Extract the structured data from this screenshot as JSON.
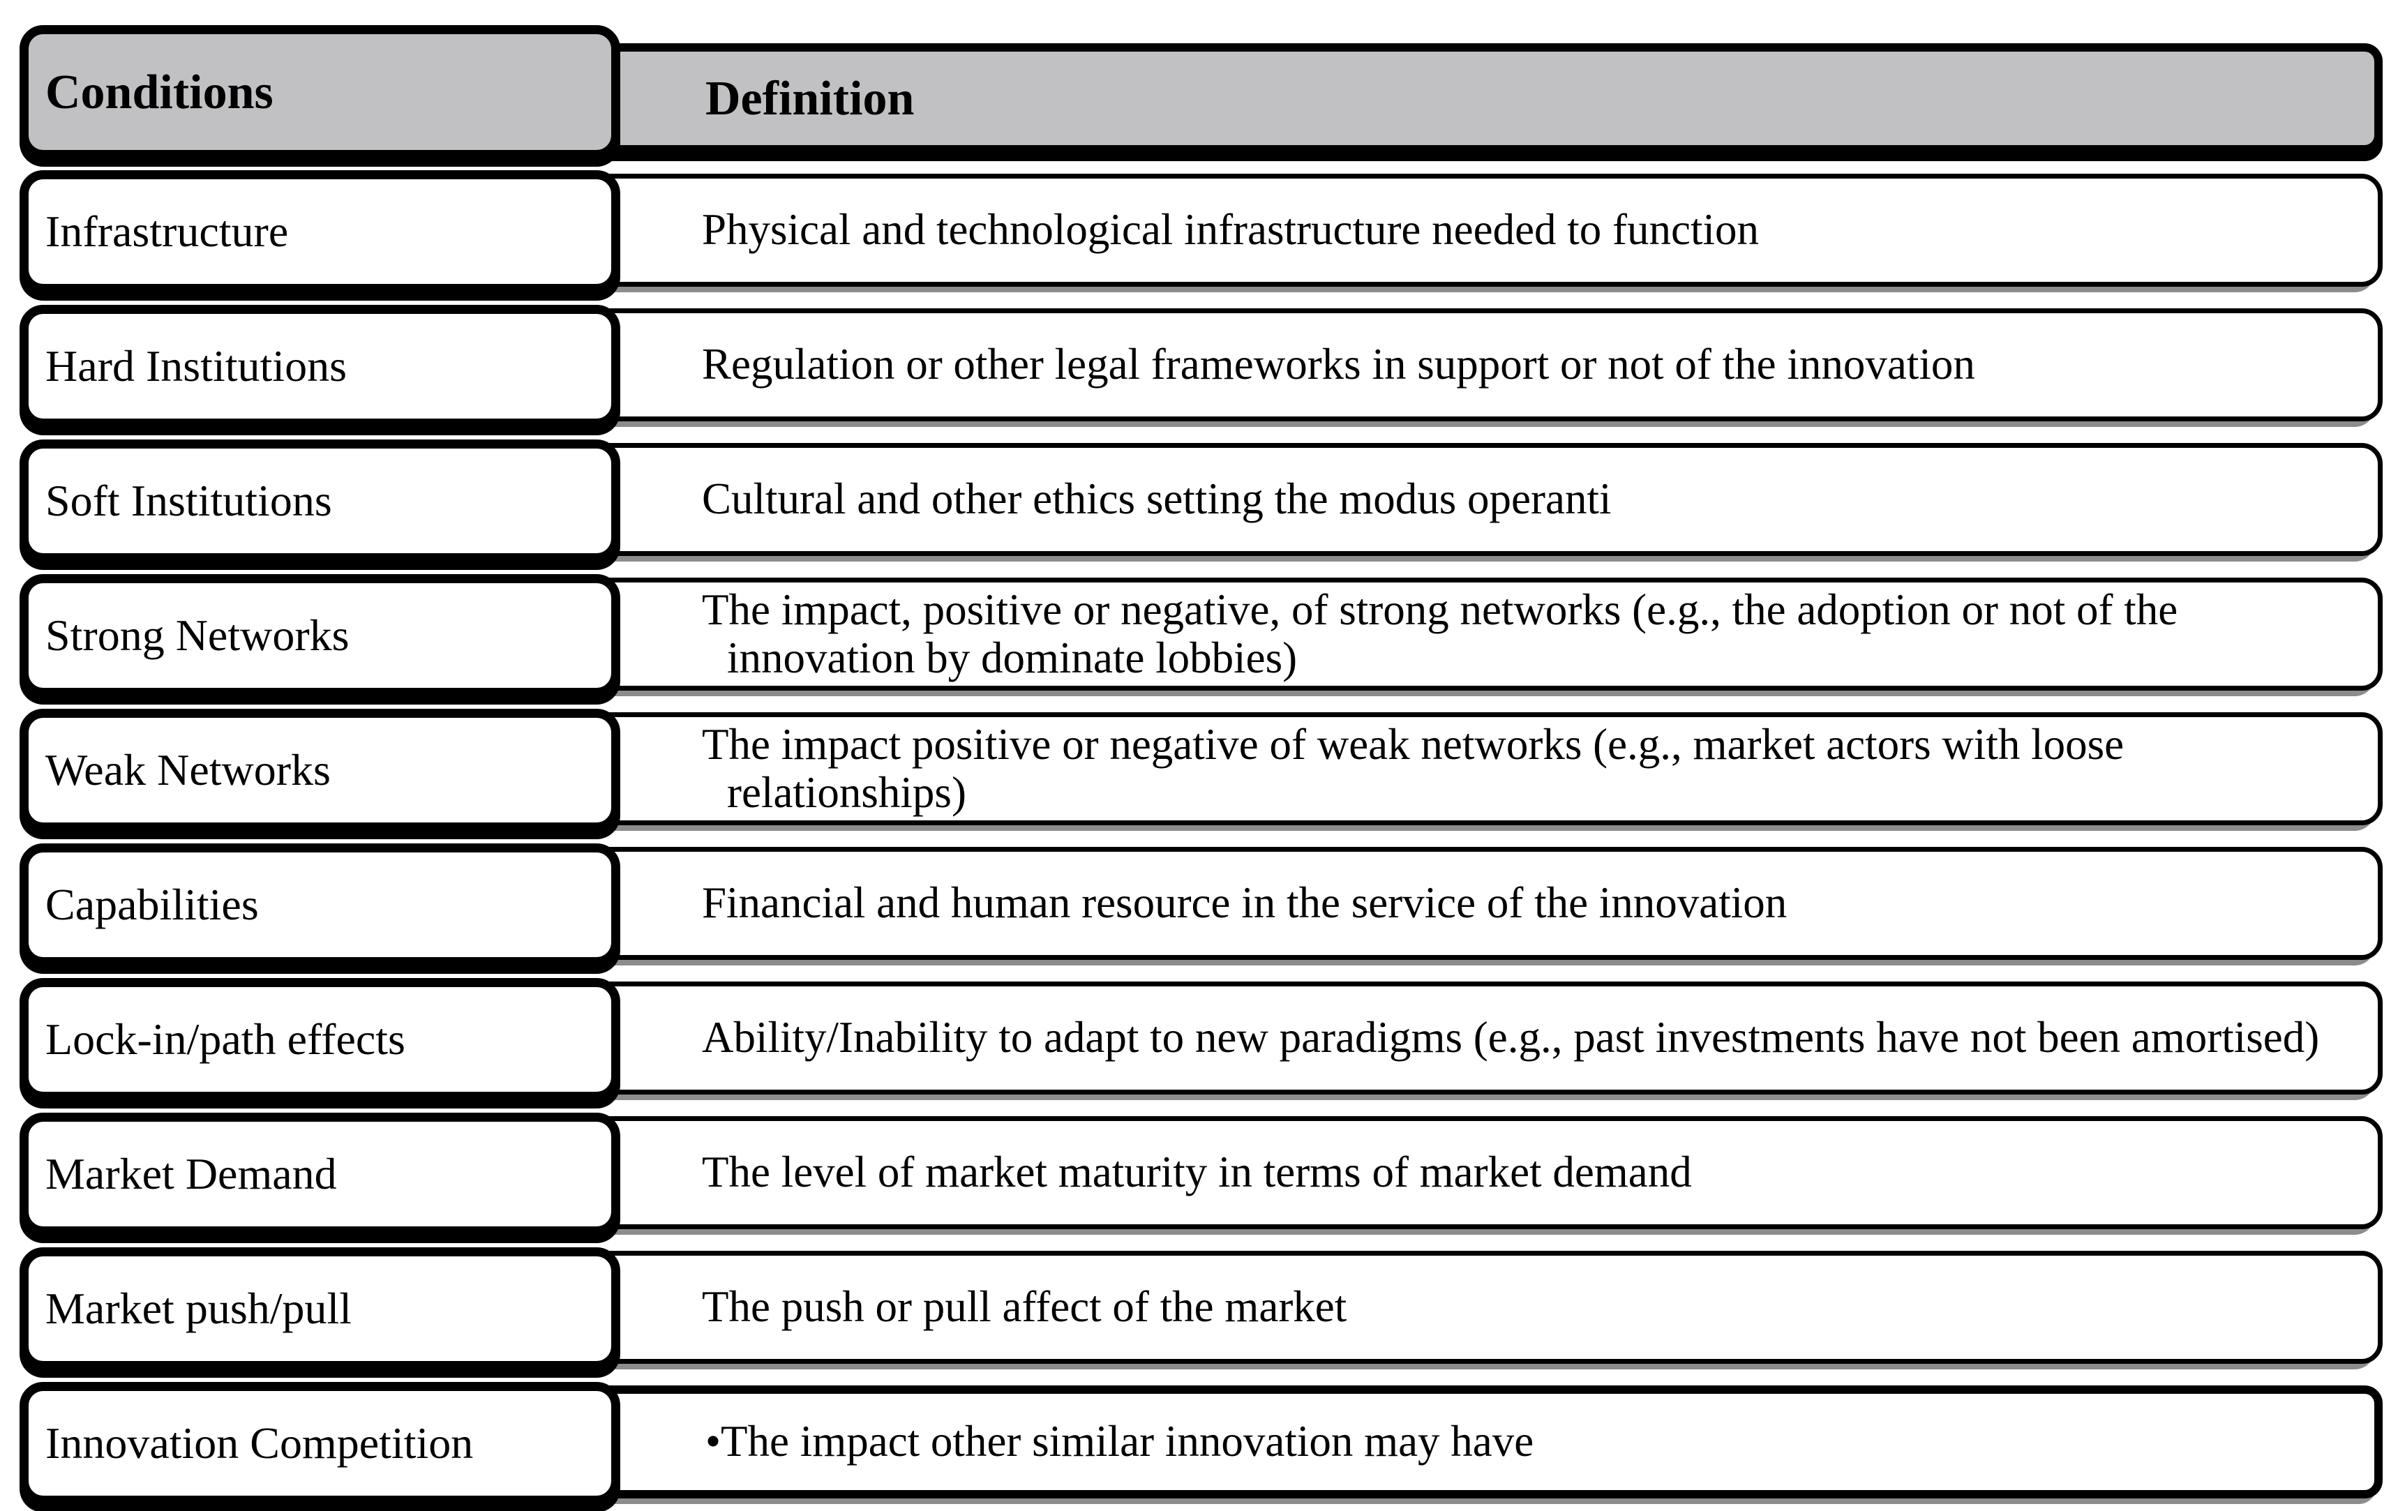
{
  "table": {
    "header": {
      "condition": "Conditions",
      "definition": "Definition"
    },
    "rows": [
      {
        "condition": "Infrastructure",
        "definition": "Physical and technological infrastructure needed to function"
      },
      {
        "condition": "Hard Institutions",
        "definition": "Regulation or other legal frameworks in support or not of the innovation"
      },
      {
        "condition": "Soft Institutions",
        "definition": "Cultural and other ethics setting the modus operanti"
      },
      {
        "condition": "Strong Networks",
        "definition": "The impact, positive or negative, of strong networks (e.g., the adoption or not of the innovation by dominate lobbies)"
      },
      {
        "condition": "Weak Networks",
        "definition": "The impact positive or negative of weak networks (e.g., market actors with loose relationships)"
      },
      {
        "condition": "Capabilities",
        "definition": "Financial and human resource in the service of the innovation"
      },
      {
        "condition": "Lock-in/path effects",
        "definition": "Ability/Inability to adapt to new paradigms (e.g., past investments have not been  amortised)"
      },
      {
        "condition": "Market Demand",
        "definition": "The level of market maturity in terms of market demand"
      },
      {
        "condition": "Market push/pull",
        "definition": "The push or pull affect of the market"
      },
      {
        "condition": "Innovation Competition",
        "definition": "•The impact other similar innovation may have"
      }
    ],
    "colors": {
      "header_fill": "#c1c1c3",
      "row_fill": "#ffffff",
      "border": "#000000",
      "shadow": "#8c8c8c"
    }
  }
}
